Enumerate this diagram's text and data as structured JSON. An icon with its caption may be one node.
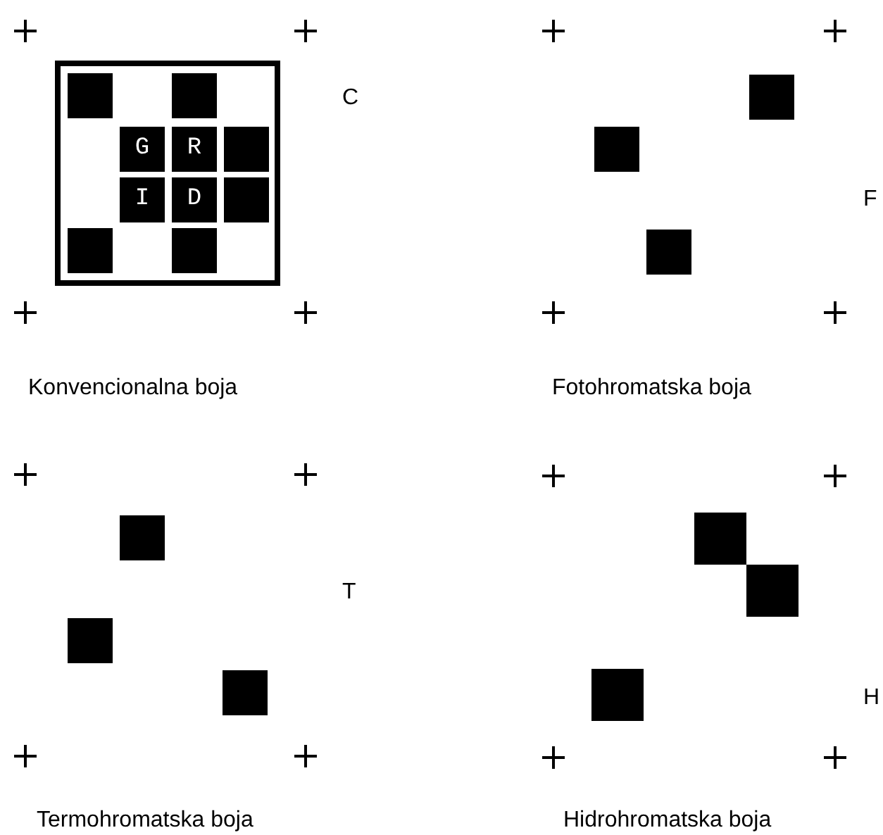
{
  "diagram": {
    "nodes": [
      {
        "text": [],
        "shape": "box"
      },
      {
        "text": [],
        "shape": "box",
        "in": 0
      },
      {
        "text": [],
        "shape": "box",
        "in": 0
      },
      {
        "text": [
          "G"
        ],
        "in": 0
      },
      {
        "text": [
          "R"
        ],
        "in": 0
      },
      {
        "text": [],
        "shape": "box",
        "in": 0
      },
      {
        "text": [
          "I"
        ],
        "in": 0
      },
      {
        "text": [
          "D"
        ],
        "in": 0
      },
      {
        "text": [],
        "shape": "box",
        "in": 0
      },
      {
        "text": [],
        "shape": "box",
        "in": 0
      },
      {
        "text": [],
        "shape": "box",
        "in": 0
      },
      {
        "text": [],
        "shape": "box"
      },
      {
        "text": [],
        "shape": "box"
      },
      {
        "text": [],
        "shape": "box"
      },
      {
        "text": [],
        "shape": "box"
      },
      {
        "text": [],
        "shape": "box"
      },
      {
        "text": [],
        "shape": "box"
      },
      {
        "text": [],
        "shape": "box"
      },
      {
        "text": [],
        "shape": "box"
      },
      {
        "text": [],
        "shape": "box"
      }
    ],
    "labels": [
      "C",
      "F",
      "Konvencionalna boja",
      "Fotohromatska boja",
      "T",
      "H",
      "Termohromatska boja",
      "Hidrohromatska boja"
    ]
  }
}
